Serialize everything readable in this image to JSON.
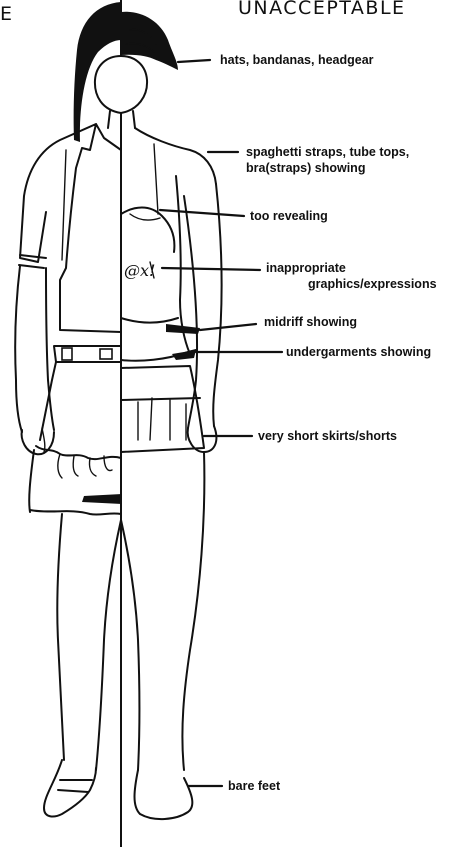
{
  "header": {
    "left": "E",
    "right": "UNACCEPTABLE"
  },
  "labels": {
    "headgear": "hats, bandanas, headgear",
    "straps_line1": "spaghetti straps, tube tops,",
    "straps_line2": "bra(straps) showing",
    "revealing": "too revealing",
    "graphics_line1": "inappropriate",
    "graphics_line2": "graphics/expressions",
    "midriff": "midriff showing",
    "undergarments": "undergarments showing",
    "skirts": "very short skirts/shorts",
    "feet": "bare feet"
  },
  "graphic_text": "@x!",
  "colors": {
    "ink": "#111111",
    "paper": "#ffffff"
  }
}
